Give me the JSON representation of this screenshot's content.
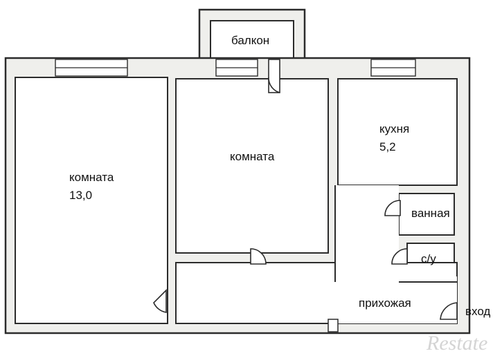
{
  "rooms": {
    "balcony": {
      "label": "балкон"
    },
    "room_left": {
      "label": "комната",
      "area": "13,0"
    },
    "room_middle": {
      "label": "комната"
    },
    "kitchen": {
      "label": "кухня",
      "area": "5,2"
    },
    "bathroom": {
      "label": "ванная"
    },
    "toilet": {
      "label": "с/у"
    },
    "hallway": {
      "label": "прихожая"
    },
    "entrance": {
      "label": "вход"
    }
  },
  "watermark": {
    "text": "Restate"
  }
}
